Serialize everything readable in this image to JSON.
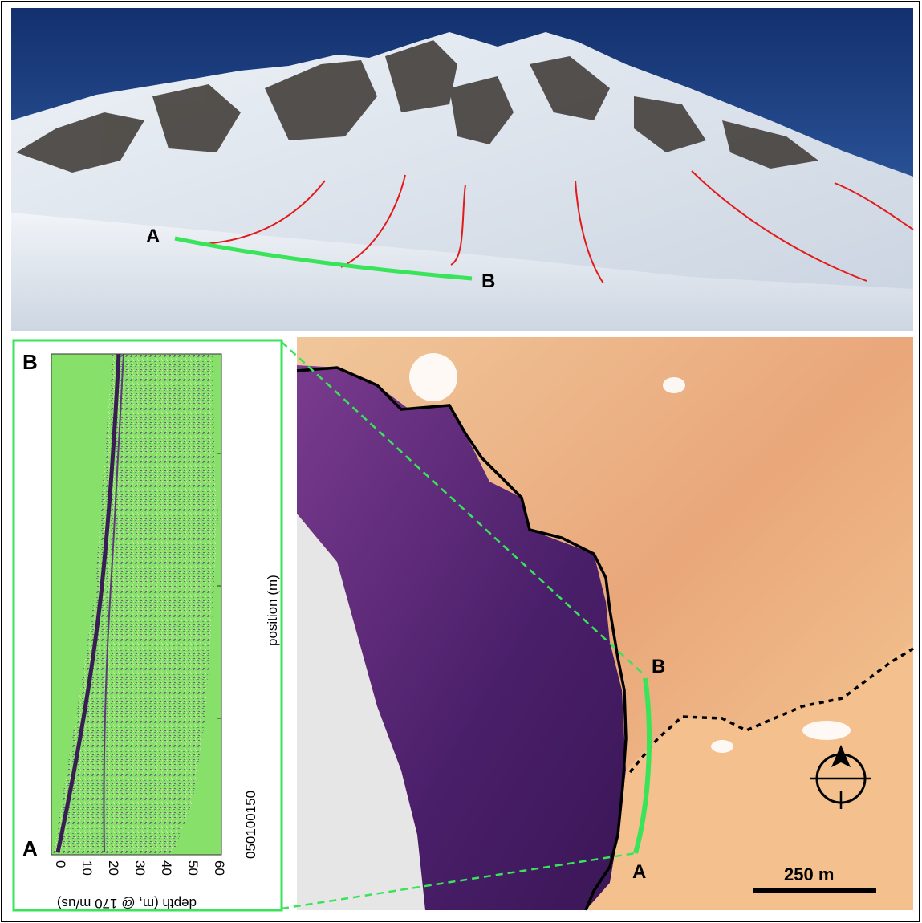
{
  "photo": {
    "label_a": "A",
    "label_b": "B",
    "colors": {
      "sky": "#1b3c82",
      "snow": "#e6ecf3",
      "profile_line": "#39e35a",
      "crown_lines": "#e31a1a"
    }
  },
  "radargram": {
    "label_b": "B",
    "label_a": "A",
    "xlabel": "depth (m, @ 170 m/us)",
    "xticks": [
      "0",
      "10",
      "20",
      "30",
      "40",
      "50",
      "60"
    ],
    "ylabel": "position (m)",
    "yticks_text": "050100150",
    "colors": {
      "background": "#86e06a",
      "frame": "#39e35a"
    }
  },
  "map": {
    "label_b": "B",
    "label_a": "A",
    "scalebar_label": "250 m",
    "north_arrow_icon": "north-arrow-icon",
    "colors": {
      "rock": "#5e2a7a",
      "snowfield": "#f4c38c",
      "boundary": "#000000",
      "profile": "#39e35a"
    }
  }
}
